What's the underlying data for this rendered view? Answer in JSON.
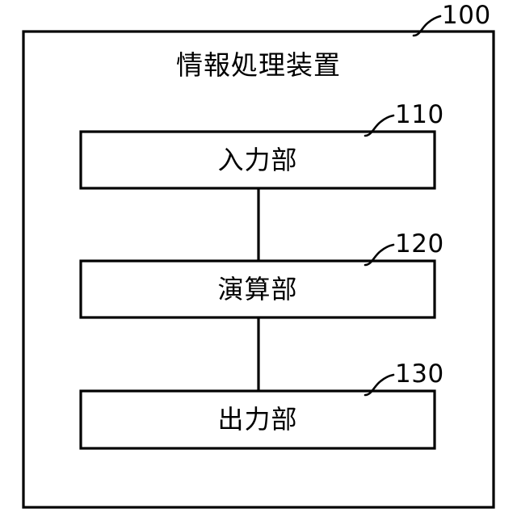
{
  "figure": {
    "type": "block-diagram",
    "language": "ja",
    "outer_block": {
      "label": "情報処理装置",
      "ref_numeral": "100"
    },
    "blocks": [
      {
        "label": "入力部",
        "ref_numeral": "110"
      },
      {
        "label": "演算部",
        "ref_numeral": "120"
      },
      {
        "label": "出力部",
        "ref_numeral": "130"
      }
    ],
    "connectors": [
      {
        "from": "110",
        "to": "120"
      },
      {
        "from": "120",
        "to": "130"
      }
    ],
    "colors": {
      "stroke": "#000000",
      "background": "#ffffff",
      "text": "#000000"
    }
  }
}
